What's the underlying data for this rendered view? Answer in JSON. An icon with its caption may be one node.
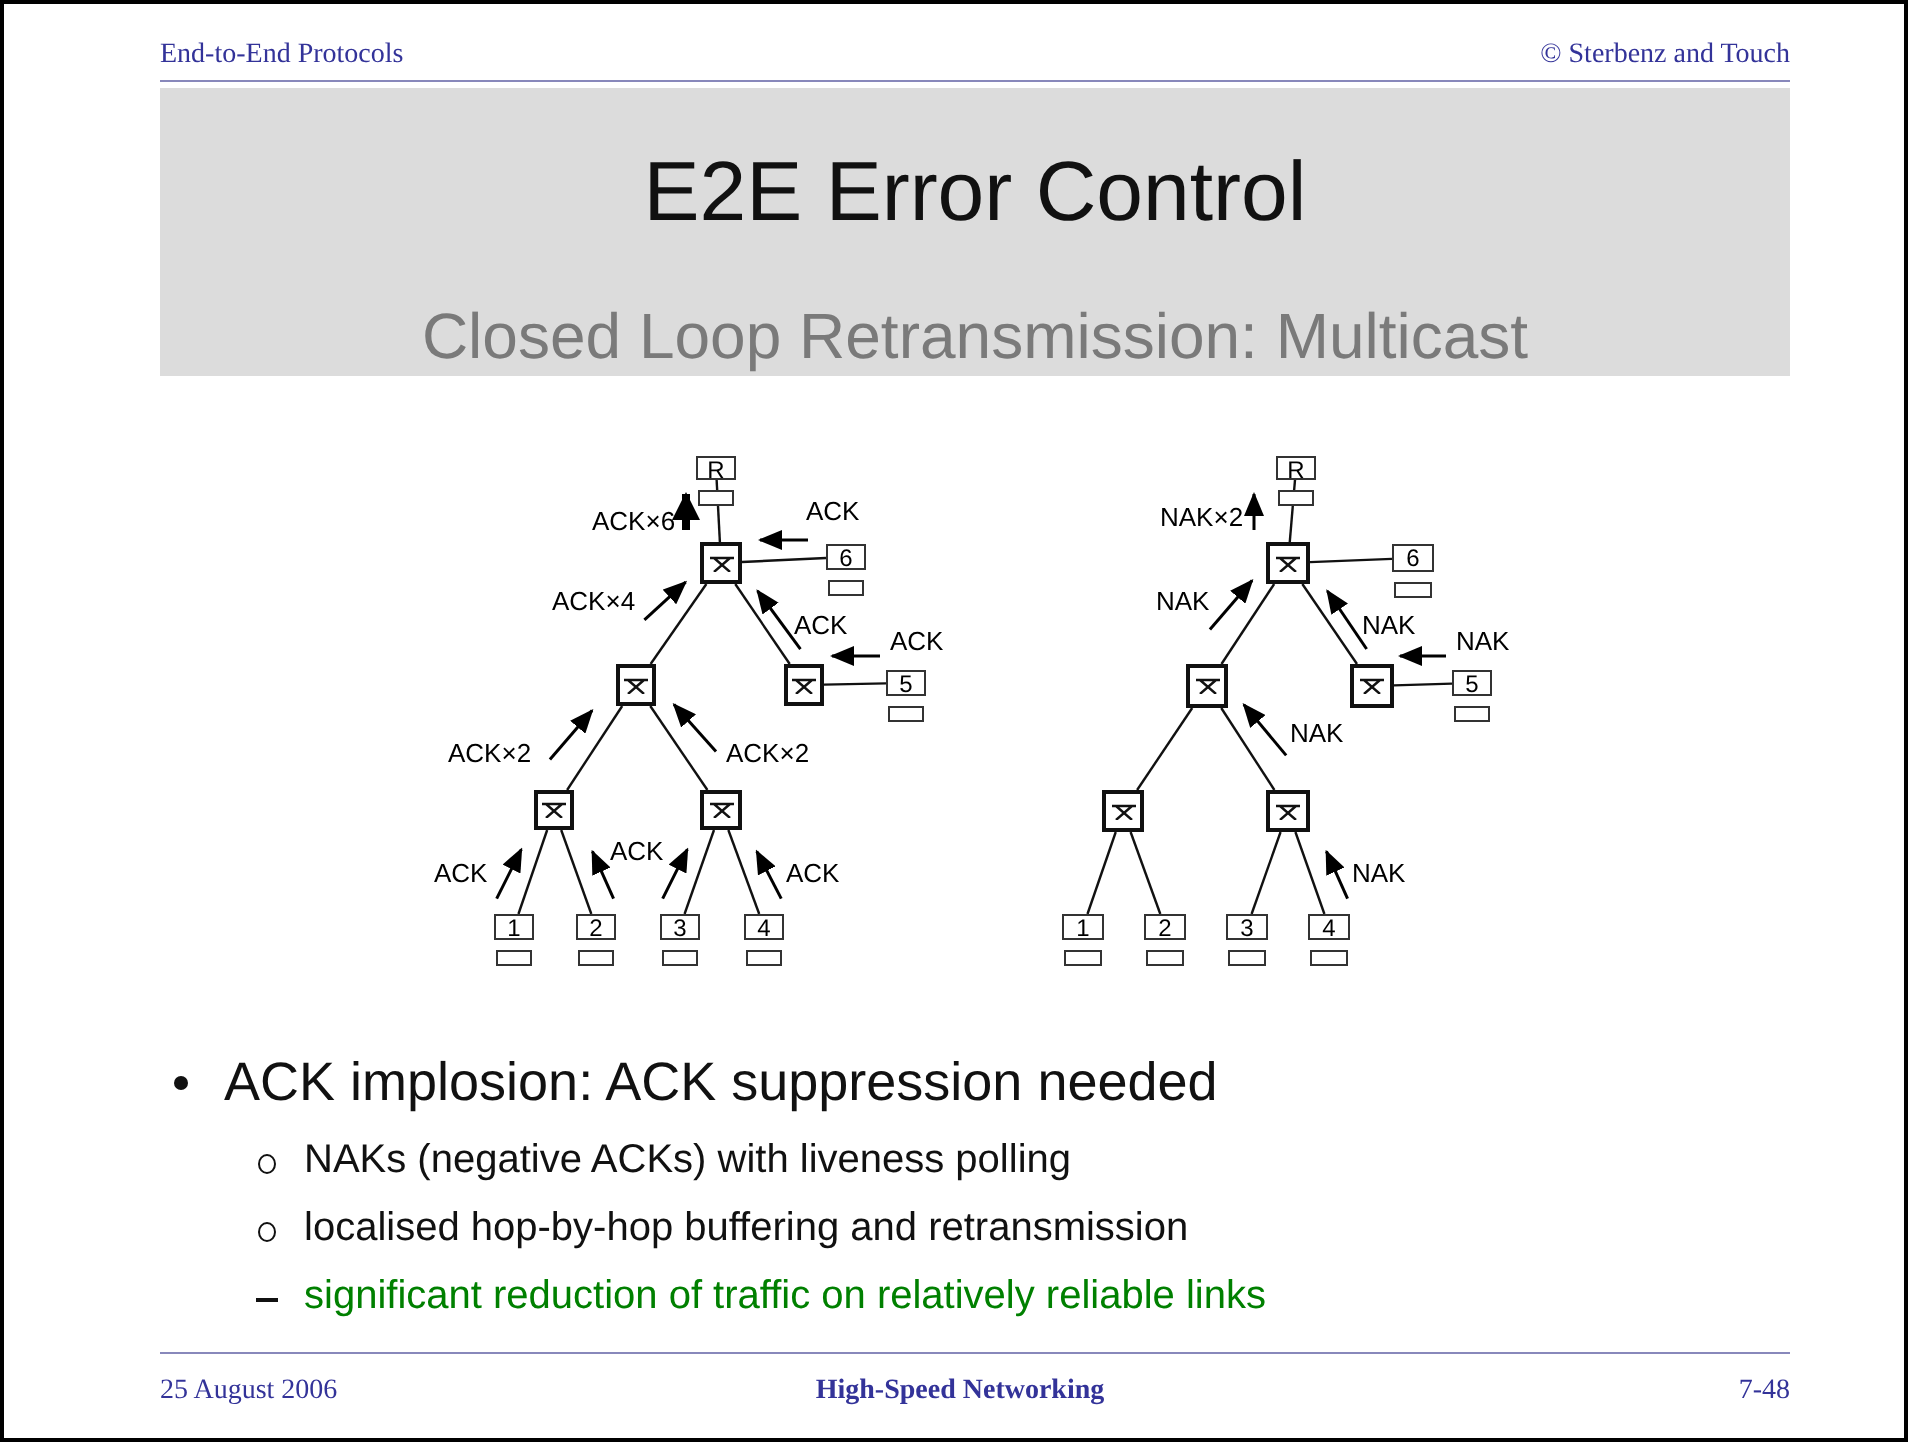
{
  "diagram": {
    "title": "E2E Error Control",
    "nodes": [
      {
        "text": [
          "R"
        ]
      },
      {
        "text": [],
        "shape": "box"
      },
      {
        "text": [
          "6"
        ]
      },
      {
        "text": [],
        "shape": "box"
      },
      {
        "text": [],
        "shape": "box"
      },
      {
        "text": [
          "5"
        ]
      },
      {
        "text": [],
        "shape": "box"
      },
      {
        "text": [],
        "shape": "box"
      },
      {
        "text": [
          "1"
        ]
      },
      {
        "text": [
          "2"
        ]
      },
      {
        "text": [
          "3"
        ]
      },
      {
        "text": [
          "4"
        ]
      },
      {
        "text": [
          "R"
        ]
      },
      {
        "text": [],
        "shape": "box"
      },
      {
        "text": [
          "6"
        ]
      },
      {
        "text": [],
        "shape": "box"
      },
      {
        "text": [],
        "shape": "box"
      },
      {
        "text": [
          "5"
        ]
      },
      {
        "text": [],
        "shape": "box"
      },
      {
        "text": [],
        "shape": "box"
      },
      {
        "text": [
          "1"
        ]
      },
      {
        "text": [
          "2"
        ]
      },
      {
        "text": [
          "3"
        ]
      },
      {
        "text": [
          "4"
        ]
      }
    ],
    "edges": [
      {
        "from": 0,
        "to": 1,
        "arrow": "none"
      },
      {
        "from": 1,
        "to": 2,
        "arrow": "none"
      },
      {
        "from": 1,
        "to": 3,
        "arrow": "none"
      },
      {
        "from": 1,
        "to": 4,
        "arrow": "none"
      },
      {
        "from": 4,
        "to": 5,
        "arrow": "none"
      },
      {
        "from": 3,
        "to": 6,
        "arrow": "none"
      },
      {
        "from": 3,
        "to": 7,
        "arrow": "none"
      },
      {
        "from": 6,
        "to": 8,
        "arrow": "none"
      },
      {
        "from": 6,
        "to": 9,
        "arrow": "none"
      },
      {
        "from": 7,
        "to": 10,
        "arrow": "none"
      },
      {
        "from": 7,
        "to": 11,
        "arrow": "none"
      },
      {
        "from": 12,
        "to": 13,
        "arrow": "none"
      },
      {
        "from": 13,
        "to": 14,
        "arrow": "none"
      },
      {
        "from": 13,
        "to": 15,
        "arrow": "none"
      },
      {
        "from": 13,
        "to": 16,
        "arrow": "none"
      },
      {
        "from": 16,
        "to": 17,
        "arrow": "none"
      },
      {
        "from": 15,
        "to": 18,
        "arrow": "none"
      },
      {
        "from": 15,
        "to": 19,
        "arrow": "none"
      },
      {
        "from": 18,
        "to": 20,
        "arrow": "none"
      },
      {
        "from": 18,
        "to": 21,
        "arrow": "none"
      },
      {
        "from": 19,
        "to": 22,
        "arrow": "none"
      },
      {
        "from": 19,
        "to": 23,
        "arrow": "none"
      }
    ],
    "labels": [
      "End-to-End Protocols",
      "© Sterbenz and Touch",
      "Closed Loop Retransmission: Multicast",
      "ACK",
      "ACK×6",
      "ACK×4",
      "ACK",
      "ACK",
      "ACK×2",
      "ACK×2",
      "ACK",
      "ACK",
      "ACK",
      "NAK×2",
      "NAK",
      "NAK",
      "NAK",
      "NAK",
      "NAK",
      "ACK implosion: ACK suppression needed",
      "NAKs  (negative ACKs) with liveness polling",
      "localised hop-by-hop buffering and retransmission",
      "significant reduction of traffic on relatively reliable links",
      "25 August 2006",
      "High-Speed Networking",
      "7-48"
    ]
  }
}
